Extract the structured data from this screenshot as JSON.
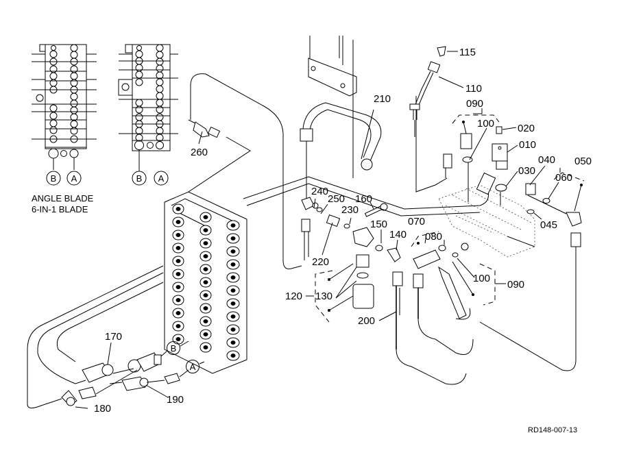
{
  "diagram": {
    "title": "Control valve hydraulic hose & fitting exploded view",
    "figure_code": "RD148-007-13",
    "insets": {
      "left_caption_line1": "ANGLE BLADE",
      "left_caption_line2": "6-IN-1 BLADE",
      "port_labels": [
        "B",
        "A"
      ]
    },
    "port_markers": {
      "b": "B",
      "a": "A"
    },
    "part_labels": {
      "p115": "115",
      "p110": "110",
      "p090_top": "090",
      "p100_top": "100",
      "p020": "020",
      "p010": "010",
      "p030": "030",
      "p040": "040",
      "p050": "050",
      "p060": "060",
      "p045": "045",
      "p210": "210",
      "p260": "260",
      "p240": "240",
      "p250": "250",
      "p230": "230",
      "p160": "160",
      "p150": "150",
      "p140": "140",
      "p070": "070",
      "p080": "080",
      "p220": "220",
      "p120": "120",
      "p130": "130",
      "p200": "200",
      "p100_bottom": "100",
      "p090_bottom": "090",
      "p170": "170",
      "p180": "180",
      "p190": "190"
    }
  }
}
